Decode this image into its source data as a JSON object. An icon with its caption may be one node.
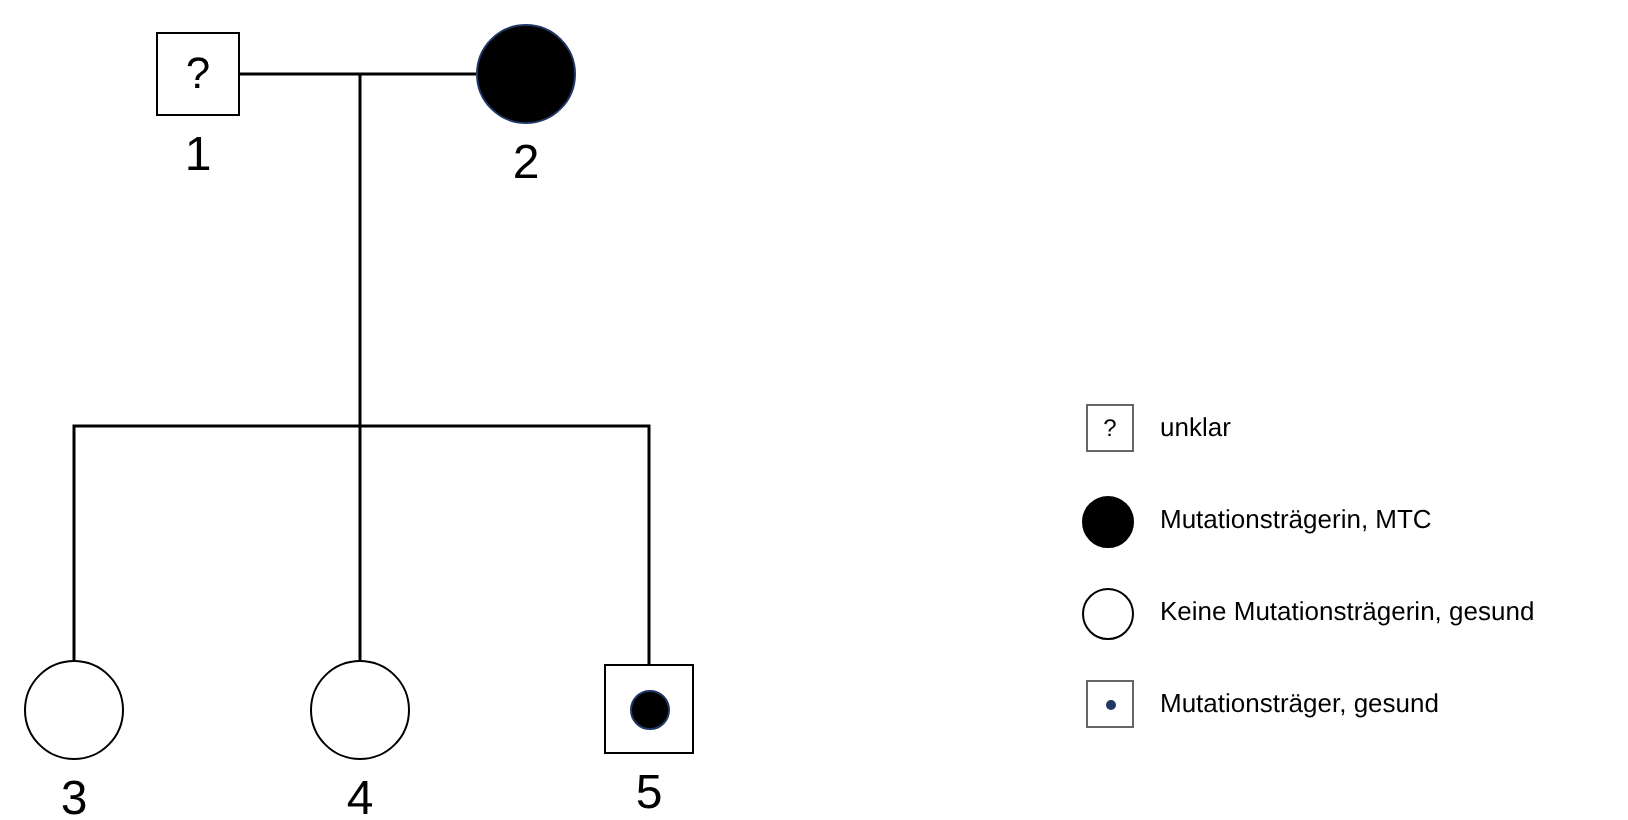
{
  "diagram": {
    "nodes": [
      {
        "text": [
          "?"
        ],
        "beside": [
          "1"
        ]
      },
      {
        "text": [],
        "shape": "circle",
        "beside": [
          "2"
        ]
      },
      {
        "text": [],
        "shape": "circle",
        "beside": [
          "3"
        ]
      },
      {
        "text": [],
        "shape": "circle",
        "beside": [
          "4"
        ]
      },
      {
        "text": [],
        "shape": "box",
        "beside": [
          "5"
        ]
      }
    ],
    "edges": [
      {
        "from": 0,
        "to": 1,
        "arrow": "none"
      },
      {
        "from": 0,
        "to": 2,
        "arrow": "none"
      },
      {
        "from": 0,
        "to": 3,
        "arrow": "none"
      },
      {
        "from": 0,
        "to": 4,
        "arrow": "none"
      },
      {
        "from": 1,
        "to": 2,
        "arrow": "none"
      },
      {
        "from": 1,
        "to": 3,
        "arrow": "none"
      },
      {
        "from": 1,
        "to": 4,
        "arrow": "none"
      }
    ],
    "labels": [
      "?"
    ],
    "legend": [
      {
        "text": "unklar"
      },
      {
        "text": "Mutationsträgerin, MTC"
      },
      {
        "text": "Keine Mutationsträgerin, gesund"
      },
      {
        "text": "Mutationsträger, gesund"
      }
    ]
  }
}
